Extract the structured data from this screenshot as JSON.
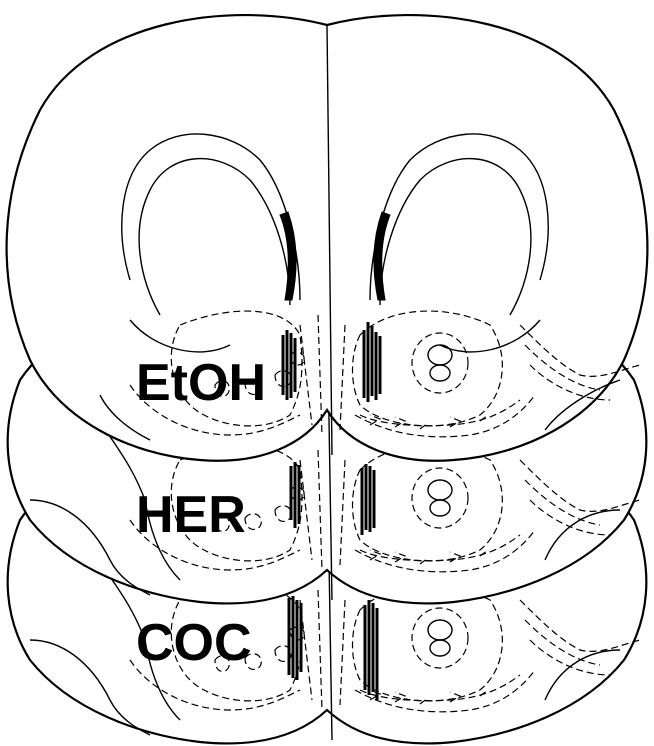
{
  "figure": {
    "labels": {
      "etoh": "EtOH",
      "her": "HER",
      "coc": "COC"
    }
  }
}
